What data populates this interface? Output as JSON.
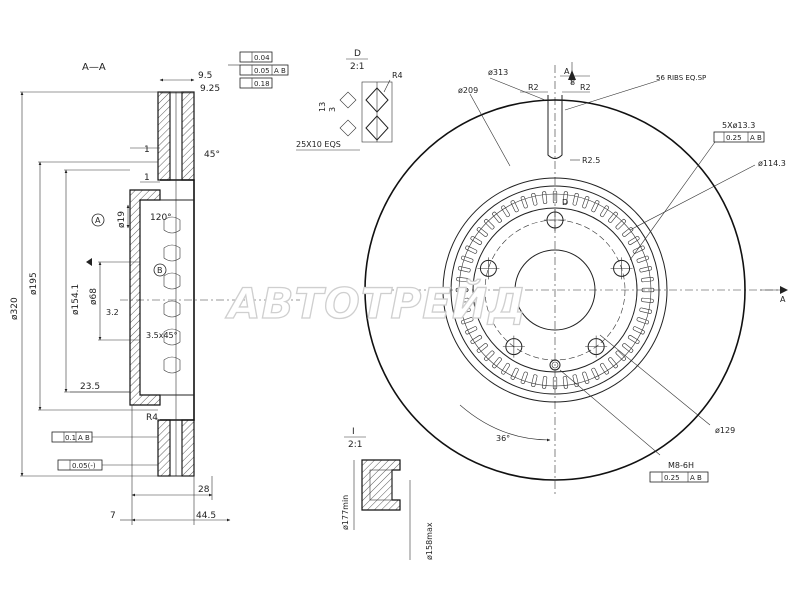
{
  "section_view": {
    "title": "A—A",
    "dims": {
      "d_320": "ø320",
      "d_195": "ø195",
      "d_154": "ø154.1",
      "d_68": "ø68",
      "d_19": "ø19",
      "w_9_5": "9.5",
      "w_9_25": "9.25",
      "w_1": "1",
      "w_1b": "1",
      "w_23_5": "23.5",
      "w_28": "28",
      "w_7": "7",
      "w_44_5": "44.5",
      "angle_45": "45°",
      "angle_120": "120°",
      "chamfer": "3.5x45°",
      "radius_r4": "R4",
      "rough_3_2": "3.2"
    },
    "datums": {
      "a": "A",
      "b": "B"
    },
    "tolerances": {
      "t1_val": "0.04",
      "t2_val": "0.05",
      "t2_ref": "A B",
      "t3_val": "0.18",
      "runout_val": "0.1",
      "runout_ref": "A B",
      "flat_val": "0.05(-)"
    }
  },
  "detail_d": {
    "title": "D",
    "scale": "2:1",
    "radius": "R4",
    "dim_3": "3",
    "dim_13": "13",
    "pattern": "25X10 EQS"
  },
  "front_view": {
    "d_313": "ø313",
    "d_209": "ø209",
    "r2_left": "R2",
    "r2_right": "R2",
    "r2_5": "R2.5",
    "dim_8": "8",
    "ribs": "56 RIBS EQ.SP",
    "holes": "5Xø13.3",
    "holes_tol": "0.25",
    "holes_tol_ref": "A B",
    "d_114": "ø114.3",
    "d_129": "ø129",
    "angle_36": "36°",
    "thread": "M8-6H",
    "thread_tol": "0.25",
    "thread_tol_ref": "A B",
    "label_a_top": "A",
    "label_a_right": "A",
    "label_d": "D"
  },
  "detail_i": {
    "title": "I",
    "scale": "2:1",
    "d_177": "ø177min",
    "d_158": "ø158max"
  },
  "watermark": "АВТОТРЕЙД"
}
